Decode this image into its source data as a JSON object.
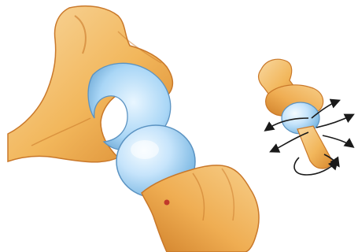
{
  "illustration": {
    "subject": "ball-and-socket-joint",
    "colors": {
      "bone_light": "#f8d8a1",
      "bone_mid": "#f2b75c",
      "bone_dark": "#d9892f",
      "cartilage_light": "#dff1ff",
      "cartilage_mid": "#a9d6f6",
      "cartilage_dark": "#6fb1df",
      "marker_red": "#c0392b",
      "arrow_black": "#1a1a1a"
    },
    "icons": {
      "main": "hip-joint-anatomy",
      "inset": "joint-model-with-rotation-arrows"
    }
  }
}
